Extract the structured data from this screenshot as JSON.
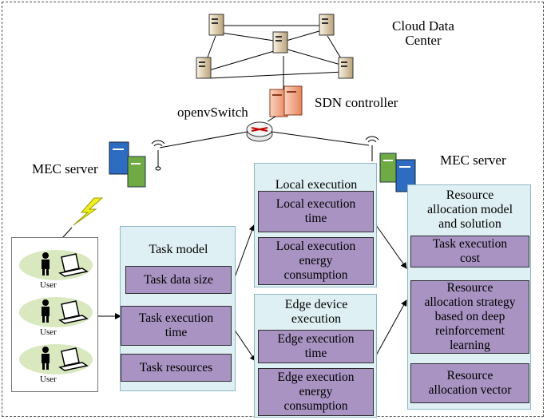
{
  "labels": {
    "cloud": "Cloud Data\nCenter",
    "sdn": "SDN controller",
    "openvswitch": "openvSwitch",
    "mec_left": "MEC server",
    "mec_right": "MEC server"
  },
  "users": [
    "User",
    "User",
    "User"
  ],
  "task_model": {
    "title": "Task model",
    "items": [
      "Task data size",
      "Task execution\ntime",
      "Task resources"
    ]
  },
  "local_execution": {
    "title": "Local execution",
    "items": [
      "Local execution\ntime",
      "Local execution\nenergy\nconsumption"
    ]
  },
  "edge_execution": {
    "title": "Edge device\nexecution",
    "items": [
      "Edge execution\ntime",
      "Edge execution\nenergy\nconsumption"
    ]
  },
  "resource": {
    "title": "Resource\nallocation model\nand solution",
    "items": [
      "Task execution\ncost",
      "Resource\nallocation strategy\nbased on deep\nreinforcement\nlearning",
      "Resource\nallocation vector"
    ]
  }
}
